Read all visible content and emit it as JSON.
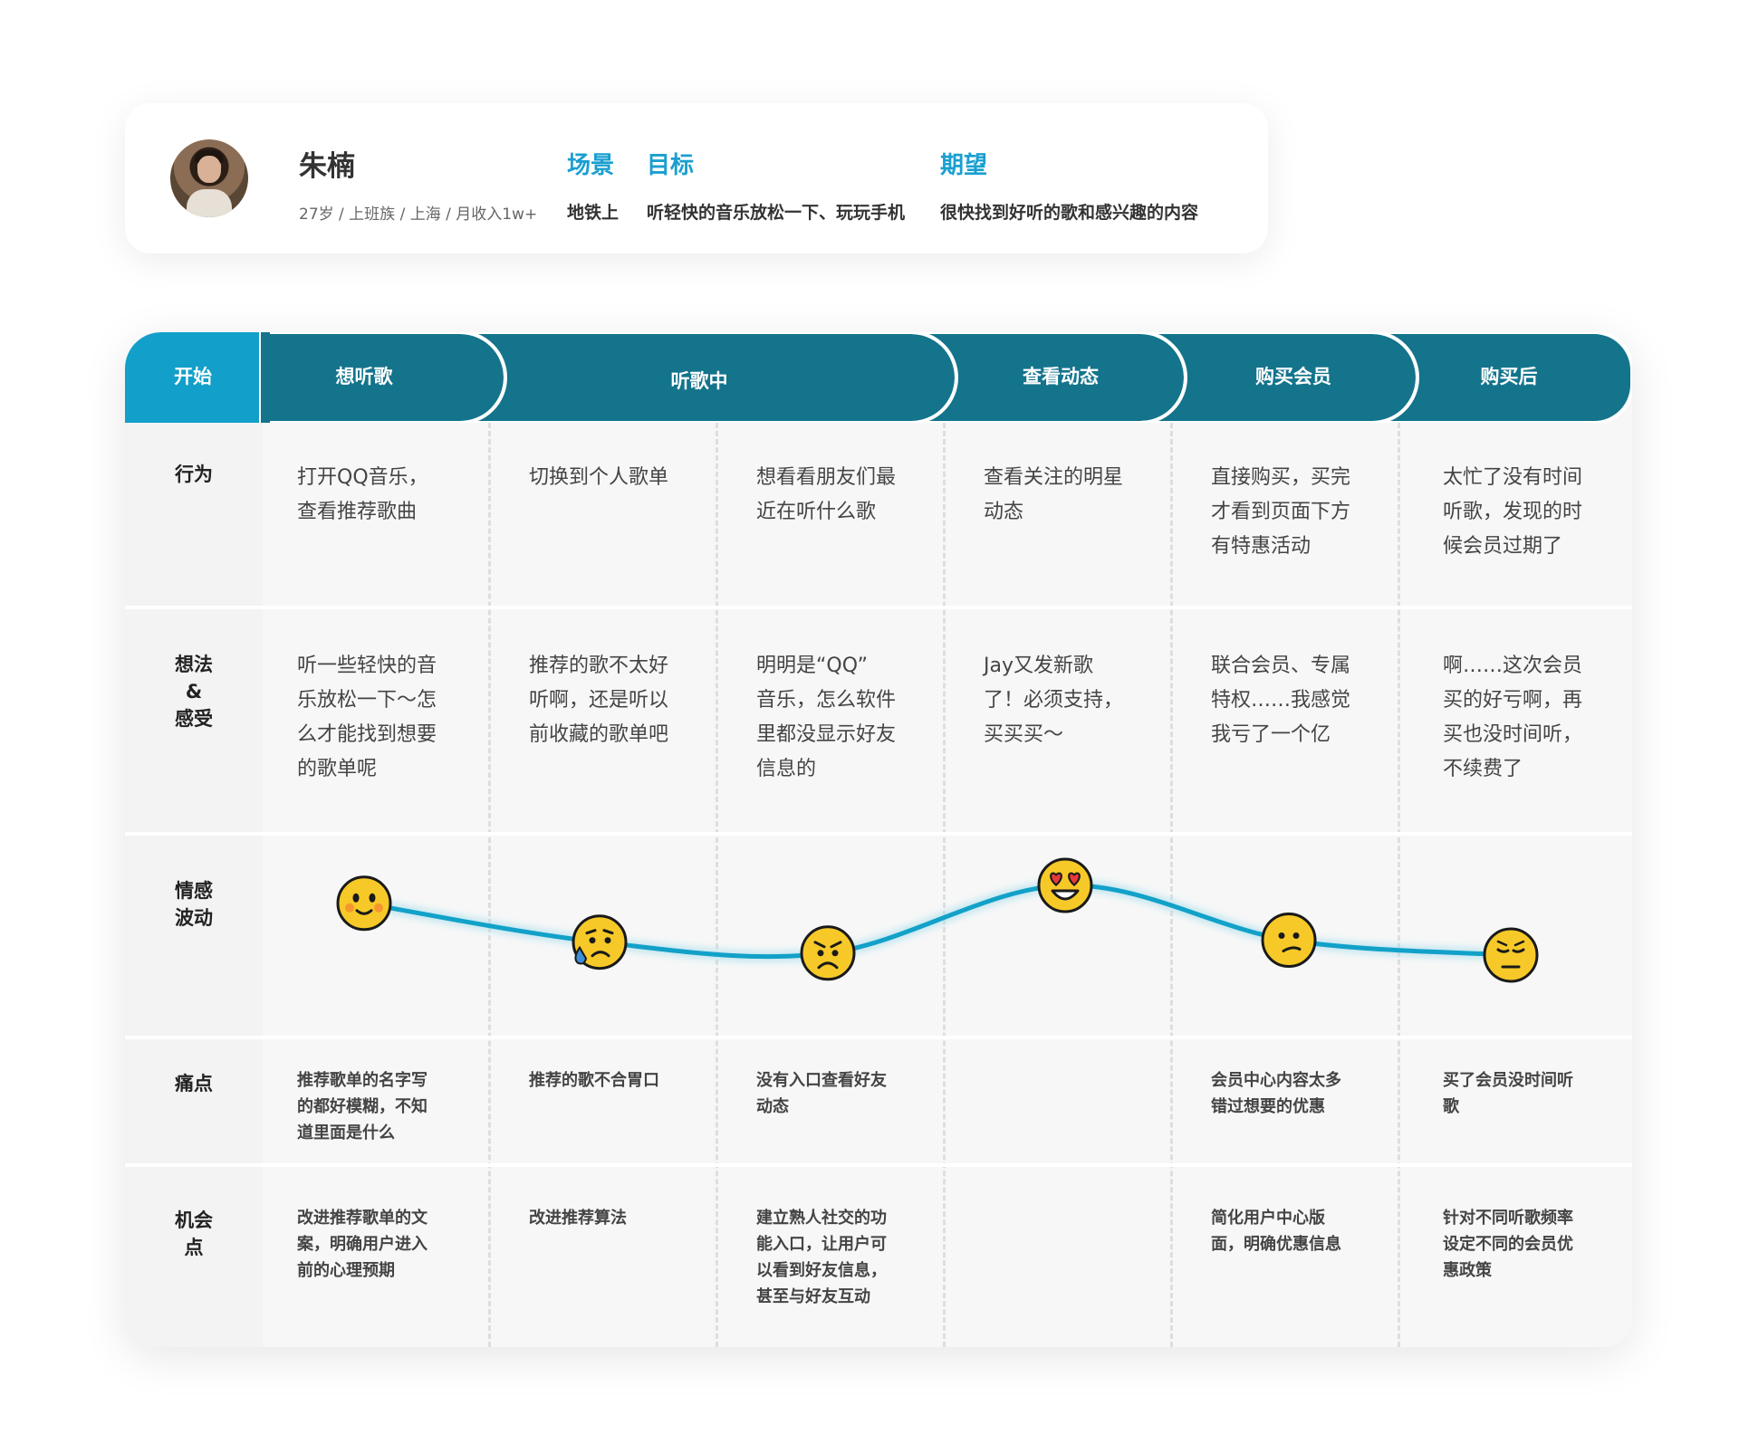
{
  "persona": {
    "name": "朱楠",
    "info": "27岁 / 上班族 / 上海 / 月收入1w+",
    "scene_label": "场景",
    "scene_value": "地铁上",
    "goal_label": "目标",
    "goal_value": "听轻快的音乐放松一下、玩玩手机",
    "expect_label": "期望",
    "expect_value": "很快找到好听的歌和感兴趣的内容"
  },
  "colors": {
    "accent": "#1a9fd0",
    "stage_dark": "#13748c",
    "stage_start": "#129fc9",
    "curve": "#12a1c8",
    "emoji": "#f7c928"
  },
  "stages": [
    "开始",
    "想听歌",
    "听歌中",
    "查看动态",
    "购买会员",
    "购买后"
  ],
  "rows": {
    "behavior": {
      "label": "行为",
      "cells": [
        "打开QQ音乐，\n查看推荐歌曲",
        "切换到个人歌单",
        "想看看朋友们最\n近在听什么歌",
        "查看关注的明星\n动态",
        "直接购买，买完\n才看到页面下方\n有特惠活动",
        "太忙了没有时间\n听歌，发现的时\n候会员过期了"
      ]
    },
    "thoughts": {
      "label": "想法\n&\n感受",
      "cells": [
        "听一些轻快的音\n乐放松一下～怎\n么才能找到想要\n的歌单呢",
        "推荐的歌不太好\n听啊，还是听以\n前收藏的歌单吧",
        "明明是“QQ”\n音乐，怎么软件\n里都没显示好友\n信息的",
        "Jay又发新歌\n了！必须支持，\n买买买～",
        "联合会员、专属\n特权……我感觉\n我亏了一个亿",
        "啊……这次会员\n买的好亏啊，再\n买也没时间听，\n不续费了"
      ]
    },
    "emotion": {
      "label": "情感\n波动",
      "points": [
        {
          "mood": "happy",
          "level": 0.82
        },
        {
          "mood": "sweat-sad",
          "level": 0.43
        },
        {
          "mood": "angry-frown",
          "level": 0.32
        },
        {
          "mood": "heart-eyes",
          "level": 1.0
        },
        {
          "mood": "confused",
          "level": 0.45
        },
        {
          "mood": "sad",
          "level": 0.3
        }
      ]
    },
    "pain": {
      "label": "痛点",
      "cells": [
        "推荐歌单的名字写\n的都好模糊，不知\n道里面是什么",
        "推荐的歌不合胃口",
        "没有入口查看好友\n动态",
        "",
        "会员中心内容太多\n错过想要的优惠",
        "买了会员没时间听\n歌"
      ]
    },
    "opportunity": {
      "label": "机会\n点",
      "cells": [
        "改进推荐歌单的文\n案，明确用户进入\n前的心理预期",
        "改进推荐算法",
        "建立熟人社交的功\n能入口，让用户可\n以看到好友信息，\n甚至与好友互动",
        "",
        "简化用户中心版\n面，明确优惠信息",
        "针对不同听歌频率\n设定不同的会员优\n惠政策"
      ]
    }
  }
}
